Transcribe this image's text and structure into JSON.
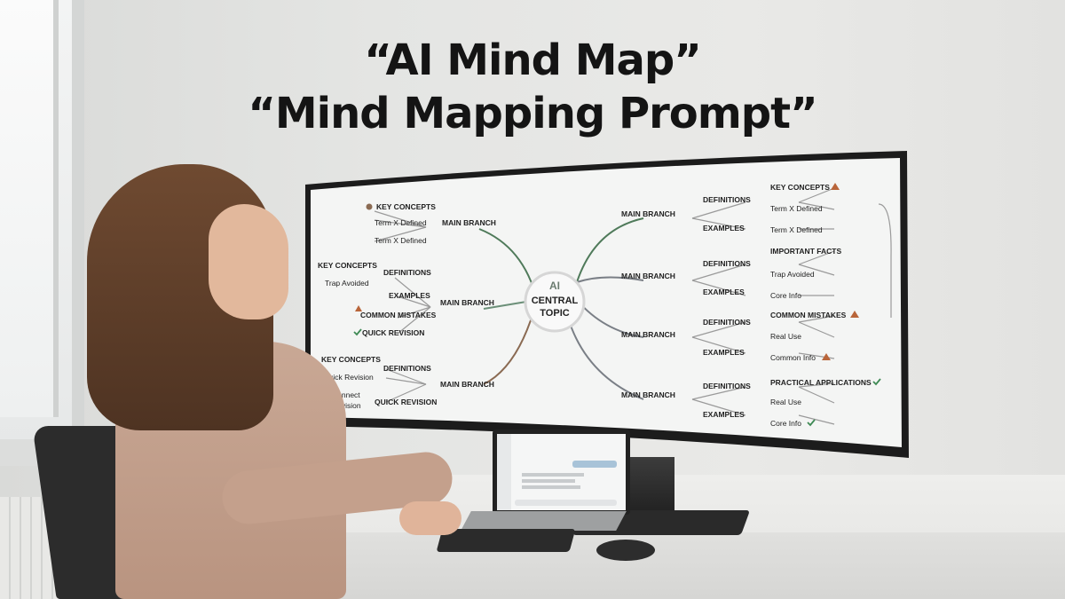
{
  "heading": {
    "line1": "“AI Mind Map”",
    "line2": "“Mind Mapping Prompt”"
  },
  "mind_map": {
    "center_badge": "AI",
    "center_line1": "CENTRAL",
    "center_line2": "TOPIC",
    "left": [
      {
        "branch": "MAIN BRANCH",
        "leaves": [
          "KEY CONCEPTS",
          "Term X Defined",
          "Term X Defined"
        ]
      },
      {
        "branch": "MAIN BRANCH",
        "subs": [
          "DEFINITIONS",
          "EXAMPLES"
        ],
        "leaves": [
          "KEY CONCEPTS",
          "Trap Avoided",
          "COMMON MISTAKES",
          "QUICK REVISION"
        ]
      },
      {
        "branch": "MAIN BRANCH",
        "subs": [
          "DEFINITIONS",
          "QUICK REVISION"
        ],
        "leaves": [
          "KEY CONCEPTS",
          "Quick Revision",
          "Connect",
          "Revision"
        ]
      }
    ],
    "right": [
      {
        "branch": "MAIN BRANCH",
        "subs": [
          "DEFINITIONS",
          "EXAMPLES"
        ],
        "leaves": [
          "KEY CONCEPTS",
          "Term X Defined",
          "Term X Defined"
        ]
      },
      {
        "branch": "MAIN BRANCH",
        "subs": [
          "DEFINITIONS",
          "EXAMPLES"
        ],
        "leaves": [
          "IMPORTANT FACTS",
          "Trap Avoided",
          "Core Info"
        ]
      },
      {
        "branch": "MAIN BRANCH",
        "subs": [
          "DEFINITIONS",
          "EXAMPLES"
        ],
        "leaves": [
          "COMMON MISTAKES",
          "Real Use",
          "Common Info"
        ]
      },
      {
        "branch": "MAIN BRANCH",
        "subs": [
          "DEFINITIONS",
          "EXAMPLES"
        ],
        "leaves": [
          "PRACTICAL APPLICATIONS",
          "Real Use",
          "Core Info"
        ]
      }
    ]
  },
  "colors": {
    "screen_bg": "#f4f5f4",
    "branch_green": "#4f7a5a",
    "branch_brown": "#8a6a52",
    "branch_gray": "#7a7f86",
    "warning_orange": "#b9653a",
    "check_green": "#3f8a55"
  }
}
